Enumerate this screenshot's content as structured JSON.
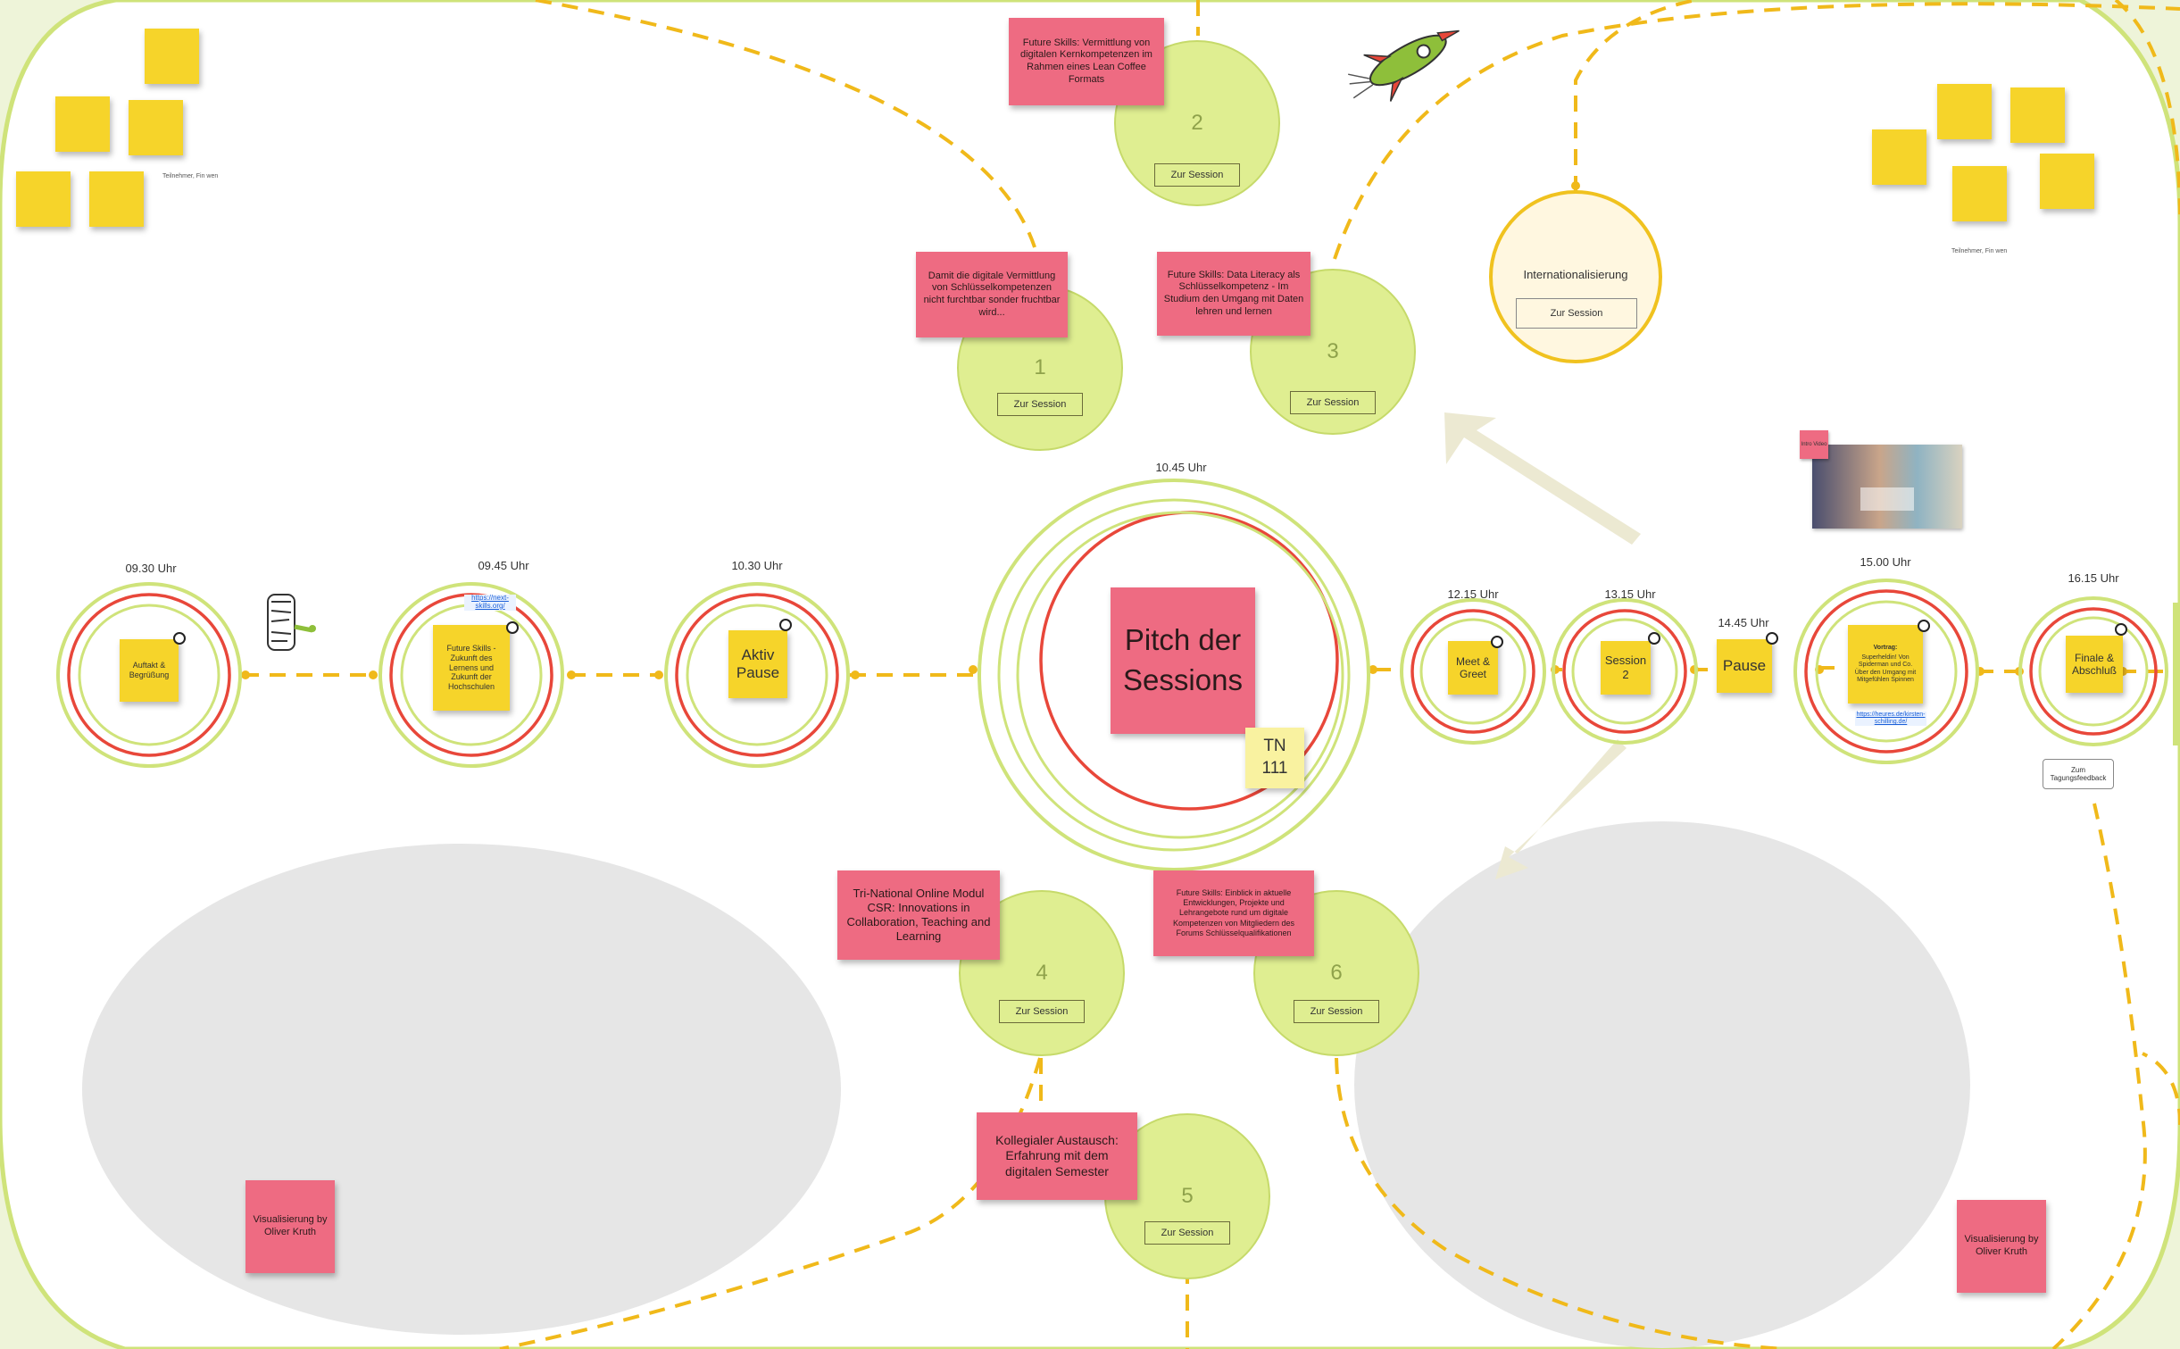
{
  "colors": {
    "background": "#eef4d9",
    "green_ring": "#cfe37a",
    "red_ring": "#e8473a",
    "sticky_yellow": "#f6d42a",
    "sticky_red": "#ee6b82",
    "dash_orange": "#f0b91a",
    "oval_grey": "#e6e6e6",
    "session_fill": "#dfee91"
  },
  "timeline": {
    "t0930": "09.30 Uhr",
    "t0945": "09.45 Uhr",
    "t1030": "10.30 Uhr",
    "t1045": "10.45 Uhr",
    "t1215": "12.15 Uhr",
    "t1315": "13.15 Uhr",
    "t1445": "14.45 Uhr",
    "t1500": "15.00 Uhr",
    "t1615": "16.15 Uhr"
  },
  "nodes": {
    "auftakt": "Auftakt & Begrüßung",
    "future": "Future Skills - Zukunft des Lernens und Zukunft der Hochschulen",
    "future_link": "https://next-skills.org/",
    "aktiv": "Aktiv Pause",
    "pitch": "Pitch der Sessions",
    "tn": "TN 111",
    "meet": "Meet & Greet",
    "session2": "Session 2",
    "pause": "Pause",
    "vortrag_title": "Vortrag:",
    "vortrag_body": "Superheldin! Von Spiderman und Co. Über den Umgang mit Mitgefühlen Spinnen",
    "vortrag_link": "https://heures.de/kirsten-schilling.de/",
    "finale": "Finale & Abschluß",
    "feedback_button": "Zum Tagungsfeedback"
  },
  "sessions": [
    {
      "num": "1",
      "note": "Damit die digitale Vermittlung von Schlüsselkompetenzen nicht furchtbar sonder fruchtbar wird...",
      "button": "Zur Session"
    },
    {
      "num": "2",
      "note": "Future Skills: Vermittlung von digitalen Kernkompetenzen im Rahmen eines Lean Coffee Formats",
      "button": "Zur Session"
    },
    {
      "num": "3",
      "note": "Future Skills: Data Literacy als Schlüsselkompetenz - Im Studium den Umgang mit Daten lehren und lernen",
      "button": "Zur Session"
    },
    {
      "num": "4",
      "note": "Tri-National Online Modul CSR: Innovations in Collaboration, Teaching and Learning",
      "button": "Zur Session"
    },
    {
      "num": "5",
      "note": "Kollegialer Austausch: Erfahrung mit dem digitalen Semester",
      "button": "Zur Session"
    },
    {
      "num": "6",
      "note": "Future Skills: Einblick in aktuelle Entwicklungen, Projekte und Lehrangebote rund um digitale Kompetenzen von Mitgliedern des Forums Schlüsselqualifikationen",
      "button": "Zur Session"
    }
  ],
  "internationalisierung": {
    "title": "Internationalisierung",
    "button": "Zur Session"
  },
  "visualisierung": "Visualisierung by Oliver Kruth",
  "small_notes": {
    "left": "Teilnehmer, Fin wen",
    "right": "Teilnehmer, Fin wen",
    "video_tag": "Intro Video"
  },
  "icons": {
    "rocket": "rocket-icon",
    "sketch": "sketch-figure-icon",
    "pin": "location-pin-icon",
    "arrow": "big-arrow-icon"
  }
}
